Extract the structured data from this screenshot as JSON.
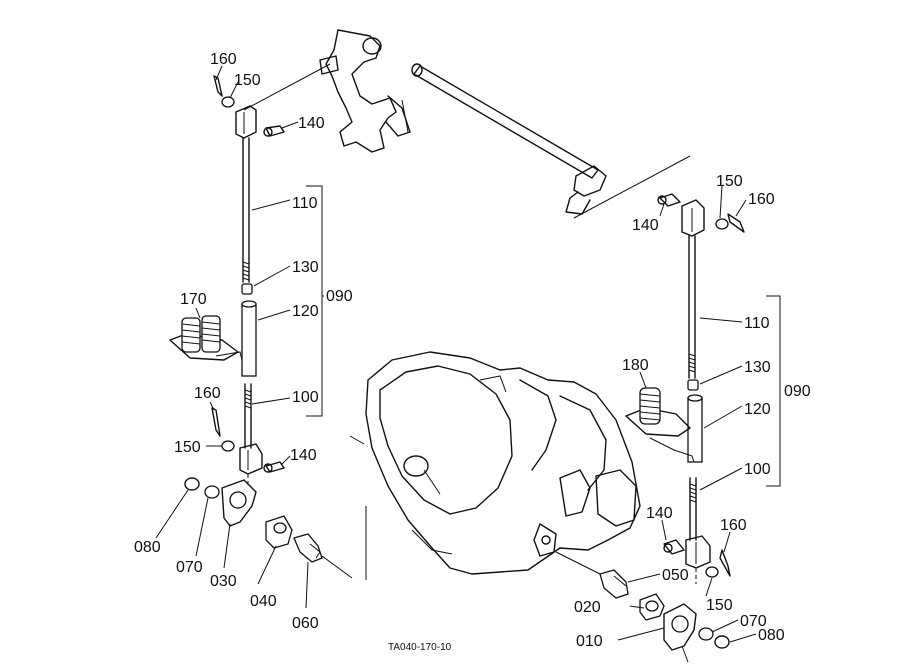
{
  "callouts": {
    "left": {
      "p160": "160",
      "p150": "150",
      "p140": "140",
      "p110": "110",
      "p130": "130",
      "p090": "090",
      "p170": "170",
      "p120": "120",
      "p160b": "160",
      "p100": "100",
      "p150b": "150",
      "p140b": "140",
      "p080": "080",
      "p070": "070",
      "p030": "030",
      "p040": "040",
      "p060": "060"
    },
    "right": {
      "p150": "150",
      "p160": "160",
      "p140": "140",
      "p110": "110",
      "p180": "180",
      "p130": "130",
      "p090": "090",
      "p120": "120",
      "p100": "100",
      "p140b": "140",
      "p160b": "160",
      "p050": "050",
      "p150b": "150",
      "p020": "020",
      "p070": "070",
      "p010": "010",
      "p080": "080"
    }
  },
  "figure_code": "TA040-170-10"
}
